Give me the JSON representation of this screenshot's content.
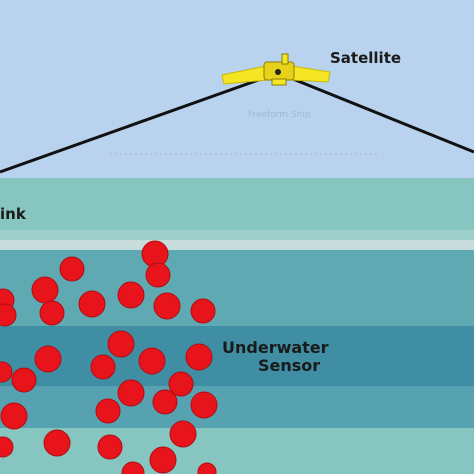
{
  "labels": {
    "satellite": "Satellite",
    "sink": "ink",
    "sensor_line1": "Underwater",
    "sensor_line2": "Sensor",
    "watermark": "Freeform Snip"
  },
  "colors": {
    "sky": "#b9d3ee",
    "sea_surface": "#86c5c0",
    "sea_band_light": "#c9dcdc",
    "sea_band_mid": "#5fa9b3",
    "sea_band_deep": "#3f8ea3",
    "sensor": "#e8141c",
    "satellite": "#f5e625",
    "link_line": "#111111"
  },
  "sensor_count": 31
}
